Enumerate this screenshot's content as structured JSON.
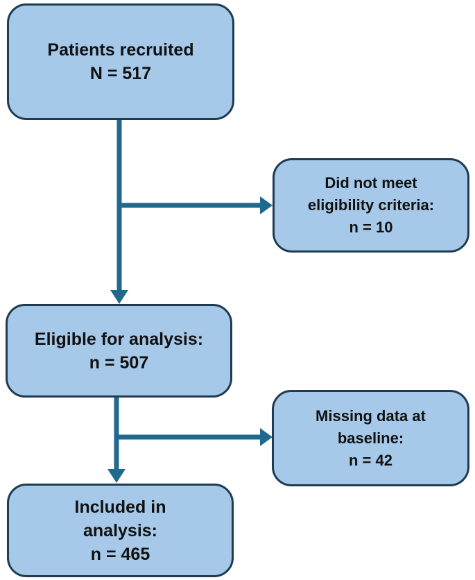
{
  "diagram": {
    "type": "flowchart",
    "title_hint": "patient recruitment flow",
    "boxes": [
      {
        "id": "patients-recruited",
        "lines": [
          "Patients recruited",
          "N = 517"
        ]
      },
      {
        "id": "did-not-meet-eligibility",
        "lines": [
          "Did not meet",
          "eligibility criteria:",
          "n = 10"
        ]
      },
      {
        "id": "eligible-for-analysis",
        "lines": [
          "Eligible for analysis:",
          "n = 507"
        ]
      },
      {
        "id": "missing-data-baseline",
        "lines": [
          "Missing data at",
          "baseline:",
          "n = 42"
        ]
      },
      {
        "id": "included-in-analysis",
        "lines": [
          "Included in",
          "analysis:",
          "n = 465"
        ]
      }
    ],
    "edges": [
      {
        "from": "patients-recruited",
        "to": "eligible-for-analysis",
        "style": "vertical-arrow"
      },
      {
        "from": "patients-recruited",
        "to": "did-not-meet-eligibility",
        "style": "branch-right-arrow"
      },
      {
        "from": "eligible-for-analysis",
        "to": "included-in-analysis",
        "style": "vertical-arrow"
      },
      {
        "from": "eligible-for-analysis",
        "to": "missing-data-baseline",
        "style": "branch-right-arrow"
      }
    ],
    "colors": {
      "box_fill": "#A6C9E9",
      "box_border": "#1E3B52",
      "arrow": "#20698E",
      "text": "#111111",
      "background": "#FFFFFF"
    }
  }
}
